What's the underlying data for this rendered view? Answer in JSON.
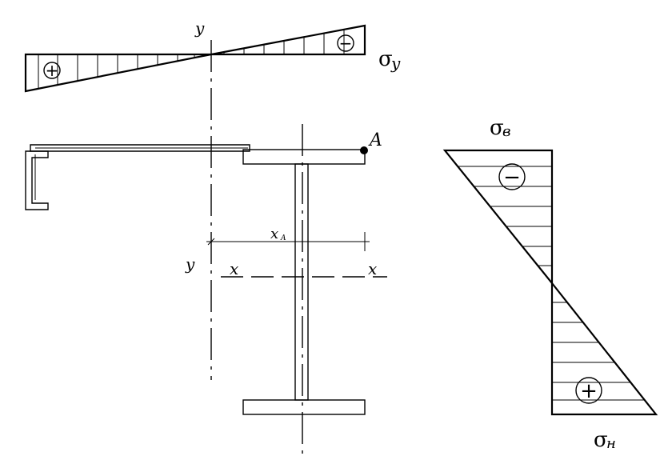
{
  "labels": {
    "axis_y_top": "y",
    "axis_y_mid": "y",
    "axis_x_left": "x",
    "axis_x_right": "x",
    "point_a": "A",
    "dim_xa_main": "x",
    "dim_xa_sub": "A"
  },
  "stress": {
    "sigma": "σ",
    "sub_y": "y",
    "sub_v": "в",
    "sub_n": "н",
    "minus": "−",
    "plus": "+"
  }
}
